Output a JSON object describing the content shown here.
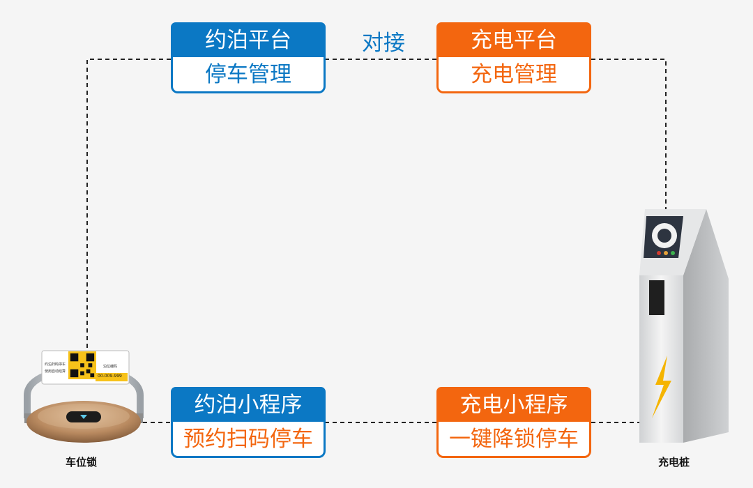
{
  "top_left": {
    "header": "约泊平台",
    "body": "停车管理"
  },
  "top_right": {
    "header": "充电平台",
    "body": "充电管理"
  },
  "connector_label": "对接",
  "bottom_left": {
    "header": "约泊小程序",
    "body": "预约扫码停车"
  },
  "bottom_right": {
    "header": "充电小程序",
    "body": "一键降锁停车"
  },
  "device_left": {
    "label": "车位锁",
    "sticker_line1": "约泊扫码停车",
    "sticker_line2": "使用自动结算",
    "sticker_title": "泊位编码",
    "sticker_code": "00-009-999"
  },
  "device_right": {
    "label": "充电桩"
  },
  "colors": {
    "blue": "#0b78c4",
    "orange": "#f3660f",
    "background": "#f5f5f5"
  },
  "icons": [
    "parking-lock-icon",
    "charging-pile-icon",
    "lightning-icon",
    "qr-code-icon"
  ]
}
